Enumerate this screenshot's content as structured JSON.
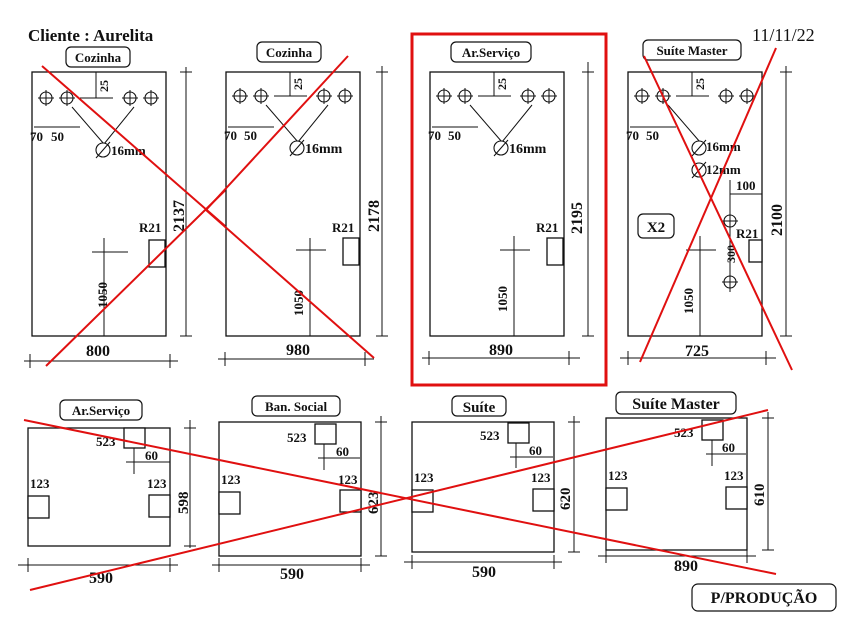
{
  "header": {
    "client": "Cliente : Aurelita",
    "date": "11/11/22"
  },
  "stamp": "P/PRODUÇÃO",
  "top_row": [
    {
      "title": "Cozinha",
      "height": "2137",
      "width": "800",
      "hinge_dims": [
        "70",
        "50",
        "25"
      ],
      "drill": "16mm",
      "handle": "R21",
      "handle_height": "1050",
      "crossed": true
    },
    {
      "title": "Cozinha",
      "height": "2178",
      "width": "980",
      "hinge_dims": [
        "70",
        "50",
        "25"
      ],
      "drill": "16mm",
      "handle": "R21",
      "handle_height": "1050",
      "crossed": false
    },
    {
      "title": "Ar.Serviço",
      "height": "2195",
      "width": "890",
      "hinge_dims": [
        "70",
        "50",
        "25"
      ],
      "drill": "16mm",
      "handle": "R21",
      "handle_height": "1050",
      "highlighted": true
    },
    {
      "title": "Suíte Master",
      "height": "2100",
      "width": "725",
      "hinge_dims": [
        "70",
        "50",
        "25"
      ],
      "drill": "16mm",
      "drill2": "12mm",
      "offset": "100",
      "spacing": "300",
      "multiplier": "X2",
      "handle": "R21",
      "handle_height": "1050",
      "crossed": true
    }
  ],
  "bottom_row": [
    {
      "title": "Ar.Serviço",
      "width": "590",
      "height": "598",
      "top_hole": "523",
      "offset": "60",
      "side_hole": "123",
      "side_hole_right": "123"
    },
    {
      "title": "Ban. Social",
      "width": "590",
      "height": "623",
      "top_hole": "523",
      "offset": "60",
      "side_hole": "123",
      "side_hole_right": "123"
    },
    {
      "title": "Suíte",
      "width": "590",
      "height": "620",
      "top_hole": "523",
      "offset": "60",
      "side_hole": "123",
      "side_hole_right": "123"
    },
    {
      "title": "Suíte Master",
      "width": "890",
      "height": "610",
      "top_hole": "523",
      "offset": "60",
      "side_hole": "123",
      "side_hole_right": "123"
    }
  ],
  "colors": {
    "strike": "#e01010",
    "ink": "#111111"
  }
}
